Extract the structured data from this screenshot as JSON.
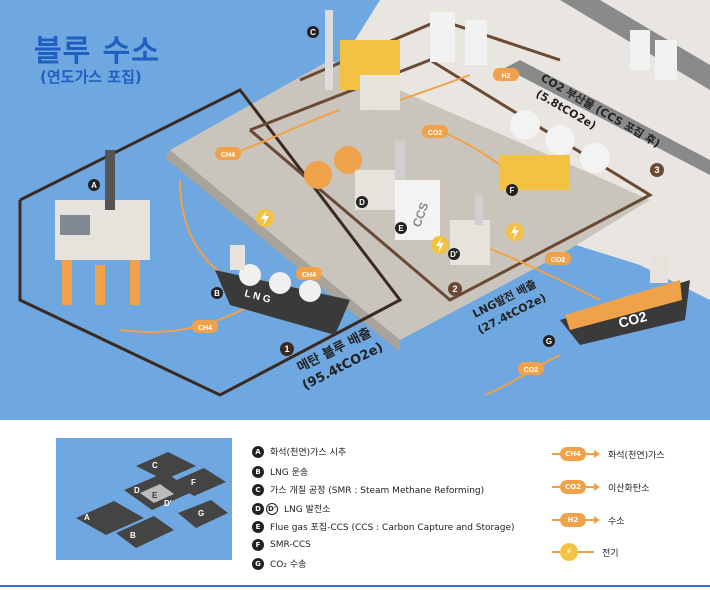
{
  "title": "블루 수소",
  "subtitle": "(연도가스 포집)",
  "scene_labels": {
    "route1_title": "메탄 블루 배출",
    "route1_value": "(95.4tCO2e)",
    "route2_title": "LNG발전 배출",
    "route2_value": "(27.4tCO2e)",
    "route3_title": "CO2 부산물 (CCS 포집 후)",
    "route3_value": "(5.8tCO2e)",
    "ccs_text": "CCS",
    "lng_text": "L N G",
    "co2_ship_text": "CO2",
    "num1": "1",
    "num2": "2",
    "num3": "3"
  },
  "markers": {
    "A": "A",
    "B": "B",
    "C": "C",
    "D": "D",
    "D2": "D'",
    "E": "E",
    "F": "F",
    "G": "G"
  },
  "flow_tags": {
    "ch4": "CH4",
    "co2": "CO2",
    "h2": "H2"
  },
  "legend": {
    "items": [
      {
        "letter": "A",
        "text": "화석(천연)가스 시추"
      },
      {
        "letter": "B",
        "text": "LNG 운송"
      },
      {
        "letter": "C",
        "text": "가스 개질 공정 (SMR : Steam Methane Reforming)"
      },
      {
        "letter": "D",
        "letter2": "D'",
        "text": "LNG 발전소"
      },
      {
        "letter": "E",
        "text": "Flue gas 포집-CCS (CCS : Carbon Capture and Storage)"
      },
      {
        "letter": "F",
        "text": "SMR-CCS"
      },
      {
        "letter": "G",
        "text": "CO₂ 수송"
      }
    ],
    "flows": [
      {
        "tag": "CH4",
        "text": "화석(천연)가스"
      },
      {
        "tag": "CO2",
        "text": "이산화탄소"
      },
      {
        "tag": "H2",
        "text": "수소"
      },
      {
        "tag": "⚡",
        "text": "전기"
      }
    ],
    "map_letters": [
      "C",
      "F",
      "D",
      "E",
      "D'",
      "A",
      "B",
      "G"
    ]
  },
  "colors": {
    "sea": "#6fa7e0",
    "ground": "#c9c5bd",
    "route": "#3b2a20",
    "flow": "#f0a24a",
    "title": "#1f5fbf"
  }
}
